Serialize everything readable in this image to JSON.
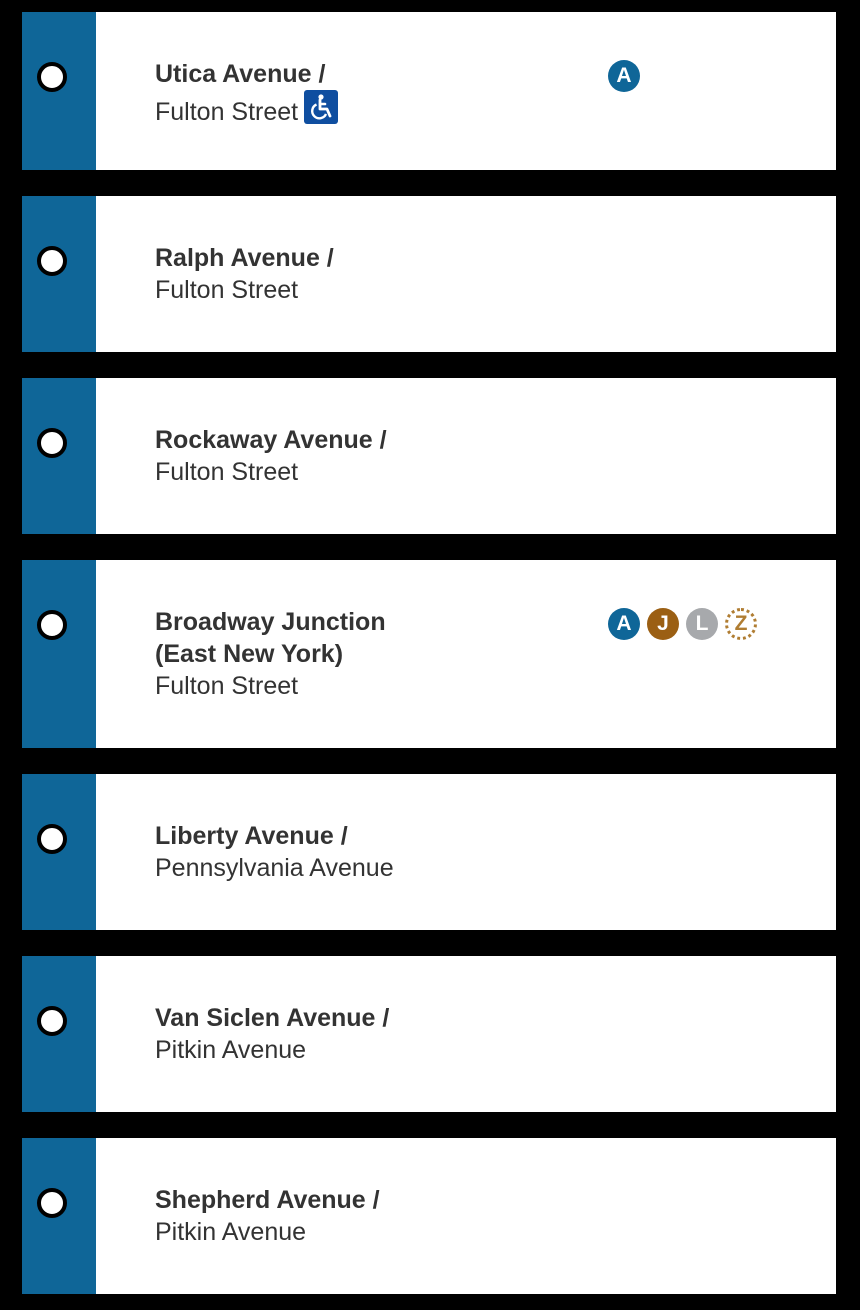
{
  "line_color": "#0f6698",
  "stations": [
    {
      "name_1": "Utica Avenue /",
      "name_2": "",
      "cross": "Fulton Street",
      "ada": true,
      "routes": [
        {
          "label": "A",
          "color": "#0f6698",
          "style": "solid"
        }
      ]
    },
    {
      "name_1": "Ralph Avenue /",
      "name_2": "",
      "cross": "Fulton Street",
      "ada": false,
      "routes": []
    },
    {
      "name_1": "Rockaway Avenue /",
      "name_2": "",
      "cross": "Fulton Street",
      "ada": false,
      "routes": []
    },
    {
      "name_1": "Broadway Junction",
      "name_2": "(East New York)",
      "cross": "Fulton Street",
      "ada": false,
      "routes": [
        {
          "label": "A",
          "color": "#0f6698",
          "style": "solid"
        },
        {
          "label": "J",
          "color": "#9b5f13",
          "style": "solid"
        },
        {
          "label": "L",
          "color": "#a7a9ac",
          "style": "solid"
        },
        {
          "label": "Z",
          "color": "#b07d32",
          "style": "dashed"
        }
      ]
    },
    {
      "name_1": "Liberty Avenue /",
      "name_2": "",
      "cross": "Pennsylvania Avenue",
      "ada": false,
      "routes": []
    },
    {
      "name_1": "Van Siclen Avenue /",
      "name_2": "",
      "cross": "Pitkin Avenue",
      "ada": false,
      "routes": []
    },
    {
      "name_1": "Shepherd Avenue /",
      "name_2": "",
      "cross": "Pitkin Avenue",
      "ada": false,
      "routes": []
    }
  ],
  "icons": {
    "accessible": "wheelchair-icon",
    "stop": "station-stop-icon"
  }
}
